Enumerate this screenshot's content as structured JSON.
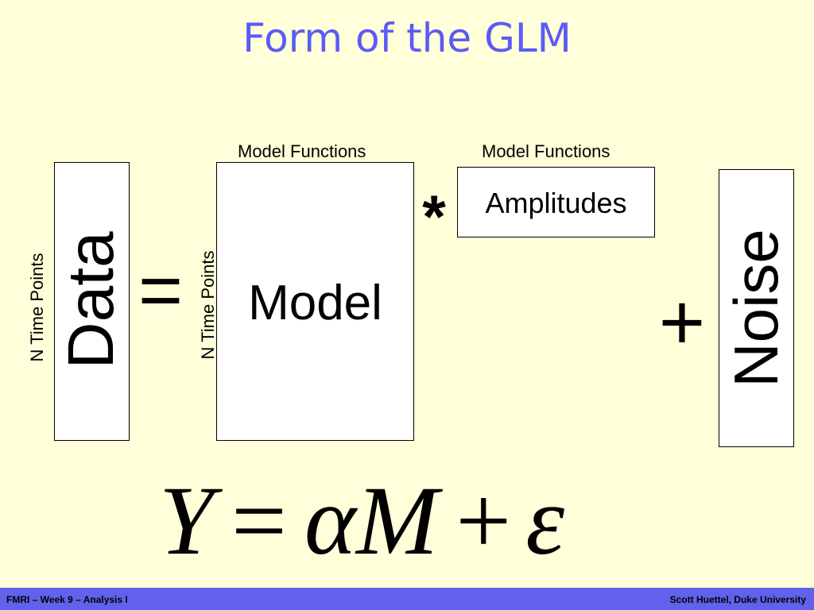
{
  "slide": {
    "title": "Form of the GLM",
    "labels": {
      "model_functions_1": "Model Functions",
      "model_functions_2": "Model Functions",
      "n_time_points_1": "N Time Points",
      "n_time_points_2": "N Time Points"
    },
    "boxes": {
      "data": "Data",
      "model": "Model",
      "amplitudes": "Amplitudes",
      "noise": "Noise"
    },
    "operators": {
      "equals": "=",
      "times": "*",
      "plus": "+"
    },
    "equation": {
      "y": "Y",
      "equals": "=",
      "alpha": "α",
      "m": "M",
      "plus": "+",
      "epsilon": "ε"
    }
  },
  "footer": {
    "left": "FMRI – Week 9 – Analysis I",
    "right": "Scott Huettel, Duke University"
  },
  "colors": {
    "background": "#ffffd9",
    "title": "#5b5bf6",
    "footer_bar": "#6161ec"
  }
}
